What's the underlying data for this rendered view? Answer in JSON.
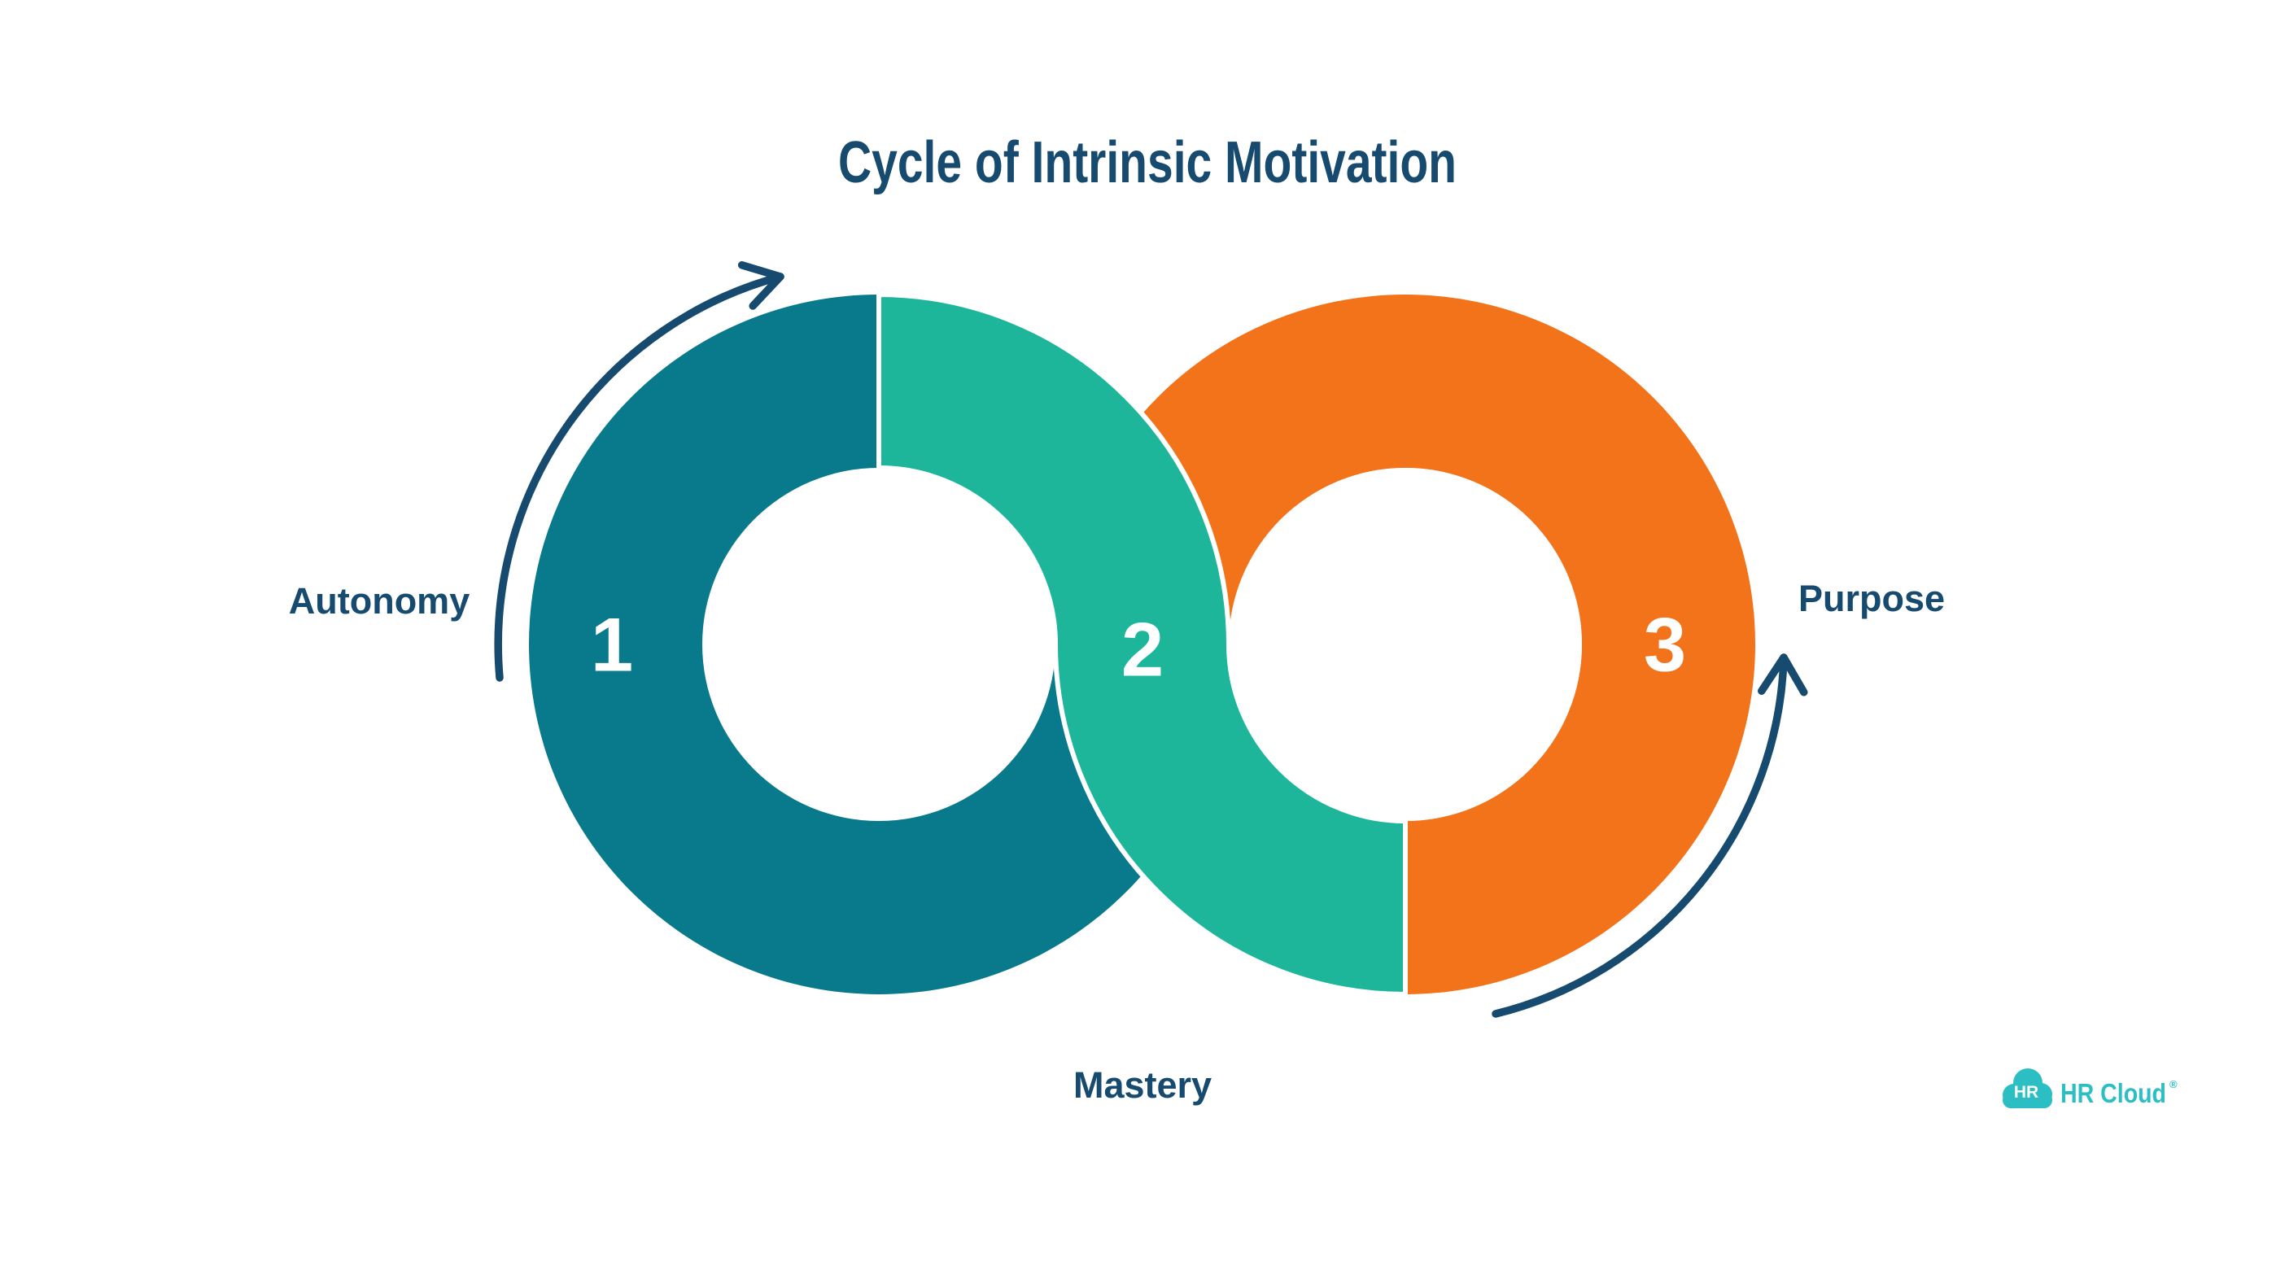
{
  "title": "Cycle of Intrinsic Motivation",
  "steps": [
    {
      "number": "1",
      "label": "Autonomy",
      "position": "left-ring"
    },
    {
      "number": "2",
      "label": "Mastery",
      "position": "center-crossover"
    },
    {
      "number": "3",
      "label": "Purpose",
      "position": "right-ring"
    }
  ],
  "logo": {
    "badge": "HR",
    "brand": "HR Cloud",
    "registered": "®"
  },
  "colors": {
    "navy": "#164A6E",
    "teal": "#087A8C",
    "green": "#1EB69A",
    "orange": "#F3731B",
    "logo_cyan": "#2BBFC4",
    "number_text": "#FFFFFF",
    "background": "#FFFFFF"
  }
}
